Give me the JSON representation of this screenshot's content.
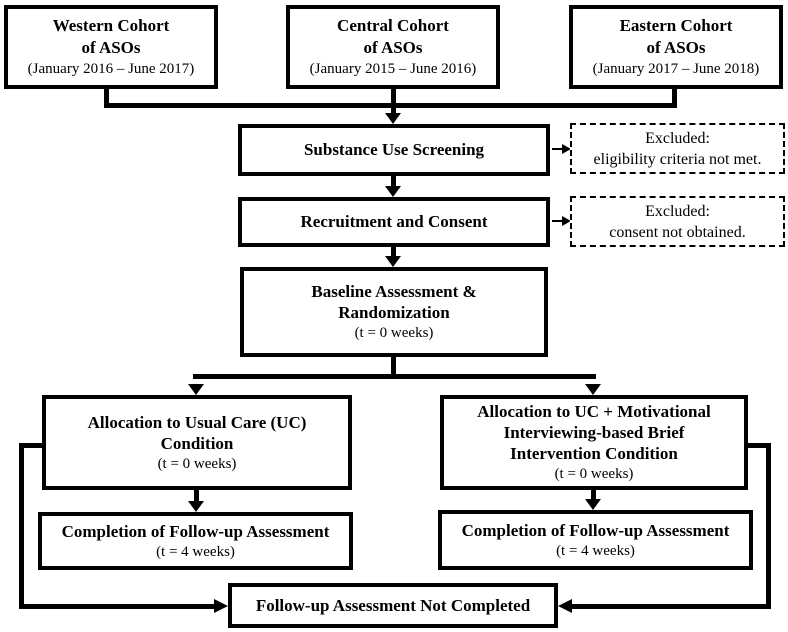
{
  "diagram": {
    "cohorts": [
      {
        "title_line1": "Western Cohort",
        "title_line2": "of ASOs",
        "subtitle": "(January 2016 – June 2017)"
      },
      {
        "title_line1": "Central Cohort",
        "title_line2": "of ASOs",
        "subtitle": "(January 2015 – June 2016)"
      },
      {
        "title_line1": "Eastern Cohort",
        "title_line2": "of ASOs",
        "subtitle": "(January 2017 – June 2018)"
      }
    ],
    "screening": {
      "title": "Substance Use Screening"
    },
    "excluded_eligibility": {
      "line1": "Excluded:",
      "line2": "eligibility criteria not met."
    },
    "recruitment": {
      "title": "Recruitment and Consent"
    },
    "excluded_consent": {
      "line1": "Excluded:",
      "line2": "consent not obtained."
    },
    "baseline": {
      "line1": "Baseline Assessment &",
      "line2": "Randomization",
      "subtitle": "(t = 0 weeks)"
    },
    "allocation_uc": {
      "line1": "Allocation to Usual Care (UC)",
      "line2": "Condition",
      "subtitle": "(t = 0 weeks)"
    },
    "allocation_mi": {
      "line1": "Allocation to UC + Motivational",
      "line2": "Interviewing-based Brief",
      "line3": "Intervention Condition",
      "subtitle": "(t = 0 weeks)"
    },
    "followup_uc": {
      "title": "Completion of Follow-up Assessment",
      "subtitle": "(t = 4 weeks)"
    },
    "followup_mi": {
      "title": "Completion of Follow-up Assessment",
      "subtitle": "(t = 4 weeks)"
    },
    "not_completed": {
      "title": "Follow-up Assessment Not Completed"
    },
    "colors": {
      "line": "#000000",
      "background": "#ffffff"
    }
  }
}
